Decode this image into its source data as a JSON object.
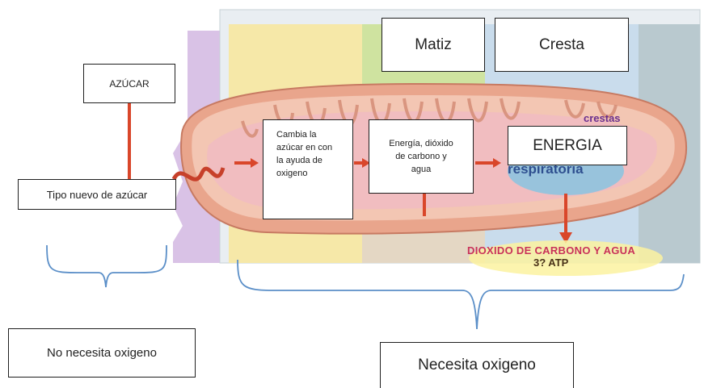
{
  "labels": {
    "azucar": "AZÚCAR",
    "tipo_nuevo": "Tipo nuevo de azúcar",
    "cambia": "Cambia la azúcar en con la ayuda de oxigeno",
    "energia_dioxido": "Energía, dióxido de carbono y agua",
    "matiz": "Matiz",
    "cresta": "Cresta",
    "energia": "ENERGIA",
    "no_necesita": "No necesita oxigeno",
    "necesita": "Necesita oxigeno"
  },
  "background_text": {
    "crestas": "crestas",
    "respiratoria": "respiratoria",
    "dioxido": "DIOXIDO DE CARBONO Y AGUA",
    "atp": "3? ATP"
  },
  "colors": {
    "lavender": "#d9c2e6",
    "yellow": "#f6e8a8",
    "green": "#cfe3a0",
    "blue": "#c9dcec",
    "gray_blue": "#b9c9cf",
    "membrane": "#e6a088",
    "arrow": "#d9462a",
    "bracket": "#5b8fc8"
  }
}
